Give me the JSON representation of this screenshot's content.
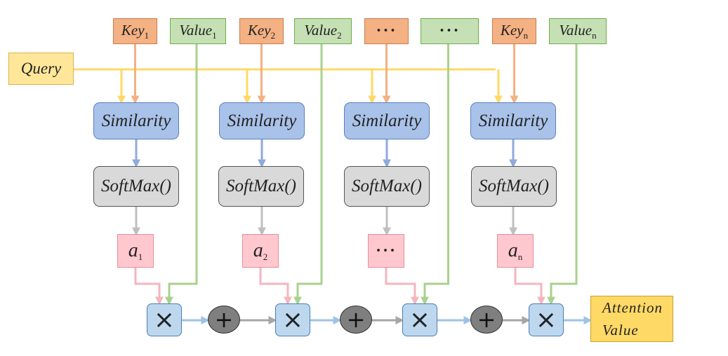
{
  "inputs": {
    "query": "Query",
    "keys": [
      {
        "base": "Key",
        "sub": "1"
      },
      {
        "base": "Key",
        "sub": "2"
      },
      {
        "base": "···",
        "sub": ""
      },
      {
        "base": "Key",
        "sub": "n"
      }
    ],
    "values": [
      {
        "base": "Value",
        "sub": "1"
      },
      {
        "base": "Value",
        "sub": "2"
      },
      {
        "base": "···",
        "sub": ""
      },
      {
        "base": "Value",
        "sub": "n"
      }
    ]
  },
  "blocks": {
    "similarity": "Similarity",
    "softmax": "SoftMax()"
  },
  "weights": [
    {
      "base": "a",
      "sub": "1"
    },
    {
      "base": "a",
      "sub": "2"
    },
    {
      "base": "···",
      "sub": ""
    },
    {
      "base": "a",
      "sub": "n"
    }
  ],
  "operators": {
    "multiply": "×",
    "add": "+"
  },
  "output": {
    "line1": "Attention",
    "line2": "Value"
  },
  "colors": {
    "key": "#f4b183",
    "value": "#c5e0b4",
    "query": "#ffe699",
    "similarity": "#a9c2e9",
    "softmax": "#d9d9d9",
    "weight": "#ffc7ce",
    "multiply": "#bdd7ee",
    "add": "#7f7f7f",
    "output": "#ffd966",
    "query_line": "#ffd966",
    "key_line": "#f4b183",
    "value_line": "#a9d18e",
    "sim_line": "#8faadc",
    "softmax_line": "#bfbfbf",
    "weight_line": "#f4b6be",
    "mul_line": "#9dc3e6",
    "add_line": "#a6a6a6"
  }
}
